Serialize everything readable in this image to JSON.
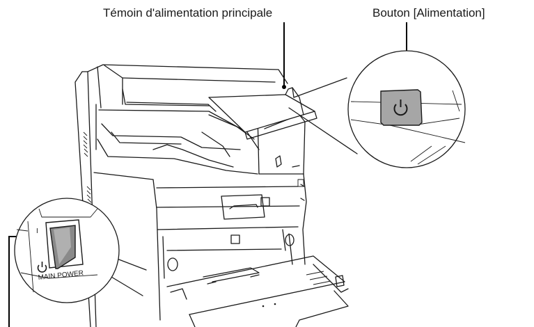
{
  "labels": {
    "main_power_indicator": "Témoin d'alimentation principale",
    "power_button": "Bouton [Alimentation]"
  },
  "switch": {
    "on_mark": "I",
    "text": "MAIN POWER"
  },
  "colors": {
    "line": "#1a1a1a",
    "button_gray": "#a6a6a6",
    "background": "#ffffff"
  },
  "icons": [
    "power-icon",
    "power-switch-icon"
  ]
}
